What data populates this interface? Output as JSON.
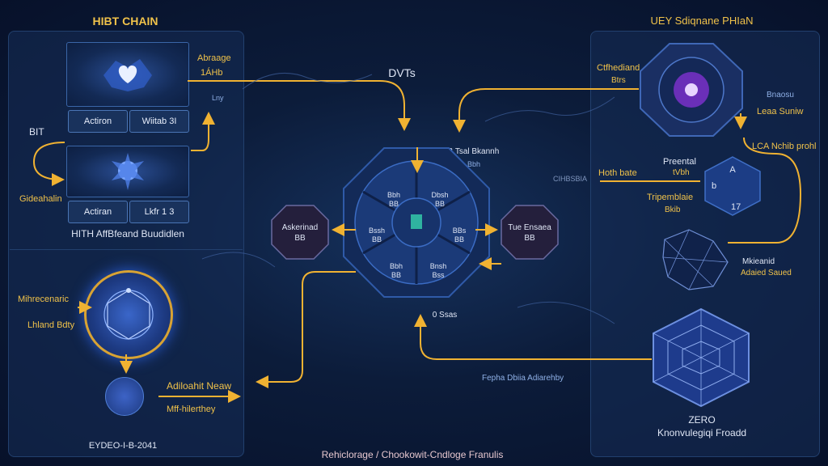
{
  "left_panel": {
    "title": "HIBT CHAIN",
    "top_buttons": [
      "Actiron",
      "Wiitab 3I"
    ],
    "mid_buttons": [
      "Actiran",
      "Lkfr 1 3"
    ],
    "side_label_top_1": "Abraage",
    "side_label_top_2": "1ÁHb",
    "side_label_top_3": "Lny",
    "side_label_left_1": "BIT",
    "side_label_left_2": "Gideahalin",
    "caption": "HITH AffBfeand Buudidlen",
    "lower_label_1": "Mihrecenaric",
    "lower_label_2": "Lhland Bdty",
    "lower_label_3": "Adiloahit Neaw",
    "lower_label_4": "Mff-hilerthey",
    "footer": "EYDEO-I-B-2041"
  },
  "center": {
    "title": "DVTs",
    "hub_label_1": "1B Tsal Bkannh",
    "hub_label_2": "Bbh",
    "hub_bottom_label": "0 Ssas",
    "segments": [
      "Bbh\nBB",
      "Dbsh\nBB",
      "BBs\nBB",
      "Bssh\nBB",
      "Bbh\nBB",
      "Bnsh\nBss"
    ],
    "left_node": "Askerinad\nBB",
    "right_node": "Tue Ensaea\nBB",
    "footer": "Rehiclorage / Chookowit-Cndloge Franulis"
  },
  "right_panel": {
    "title": "UEY Sdiqnane PHIaN",
    "orb_label_1": "Ctfhediand",
    "orb_label_2": "Btrs",
    "side_top_1": "Bnaosu",
    "side_top_2": "Leaa Suniw",
    "side_mid_1": "LCA Nchib prohl",
    "proof_label_1": "Preental",
    "proof_label_2": "tVbh",
    "proof_label_3": "Hoth bate",
    "proof_label_4": "Tripemblaie",
    "proof_label_5": "Bkib",
    "hex_letters": [
      "A",
      "b",
      "17"
    ],
    "side_tag": "CIHBSBIA",
    "mesh_label_1": "Mkieanid",
    "mesh_label_2": "Adaied Saued",
    "bottom_link_label": "Fepha Dbiia Adiarehby",
    "zero_title": "ZERO",
    "zero_subtitle": "Knonvulegiqi Froadd"
  }
}
